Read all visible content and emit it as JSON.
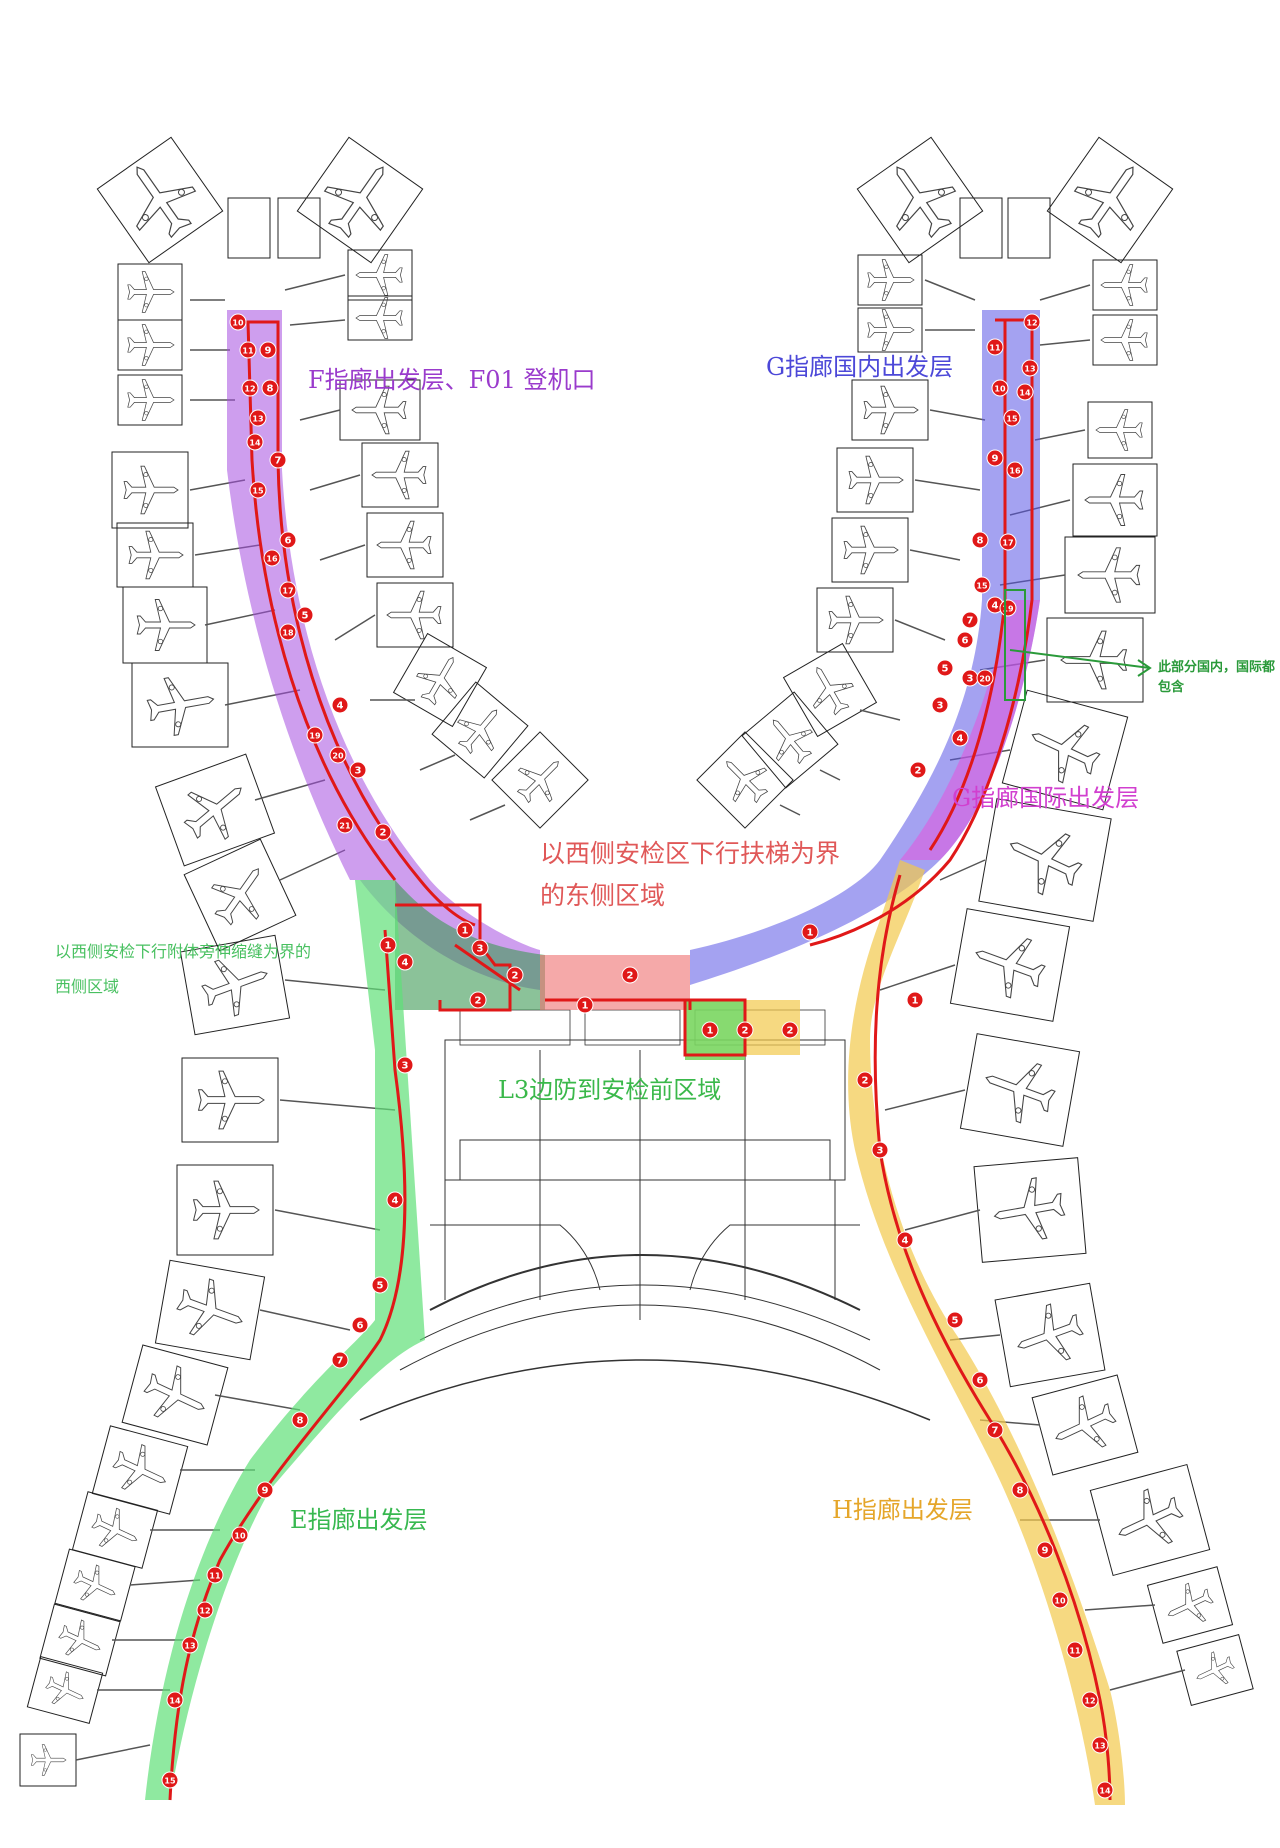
{
  "labels": {
    "f_pier": "F指廊出发层、F01 登机口",
    "g_pier_domestic": "G指廊国内出发层",
    "g_pier_international": "G指廊国际出发层",
    "east_area": "以西侧安检区下行扶梯为界的东侧区域",
    "west_area": "以西侧安检下行附体旁伸缩缝为界的西侧区域",
    "l3_area": "L3边防到安检前区域",
    "e_pier": "E指廊出发层",
    "h_pier": "H指廊出发层",
    "g_note": "此部分国内，国际都包含"
  },
  "colors": {
    "f_pier": "#a54ee0",
    "g_domestic": "#5a56e6",
    "g_international": "#e454dc",
    "east_area": "#ee7070",
    "west_dark": "#3d9a55",
    "e_pier": "#5fe077",
    "h_pier": "#f2c94c",
    "l3_area": "#7ad660",
    "route": "#e01818",
    "f_text": "#9a3bcc",
    "g_text": "#4c48d8",
    "gi_text": "#d13fcf",
    "east_text": "#e05858",
    "west_text": "#48c060",
    "e_text": "#38b850",
    "h_text": "#e5a62a",
    "note_text": "#2a9a3a"
  },
  "markers": {
    "f": [
      "10",
      "11",
      "9",
      "12",
      "8",
      "13",
      "14",
      "7",
      "15",
      "6",
      "16",
      "17",
      "5",
      "18",
      "4",
      "19",
      "20",
      "3",
      "21",
      "2",
      "1"
    ],
    "g": [
      "12",
      "11",
      "13",
      "10",
      "14",
      "15",
      "9",
      "16",
      "8",
      "17",
      "7",
      "15",
      "4",
      "19",
      "6",
      "5",
      "3",
      "20",
      "3",
      "4",
      "2",
      "1"
    ],
    "e_west": [
      "1",
      "4",
      "3",
      "2",
      "2",
      "3"
    ],
    "east": [
      "2",
      "1",
      "2",
      "1",
      "2"
    ],
    "e": [
      "4",
      "5",
      "6",
      "7",
      "8",
      "9",
      "10",
      "11",
      "12",
      "13",
      "14",
      "15"
    ],
    "h": [
      "1",
      "2",
      "3",
      "4",
      "5",
      "6",
      "7",
      "8",
      "9",
      "10",
      "11",
      "12",
      "13",
      "14"
    ]
  }
}
